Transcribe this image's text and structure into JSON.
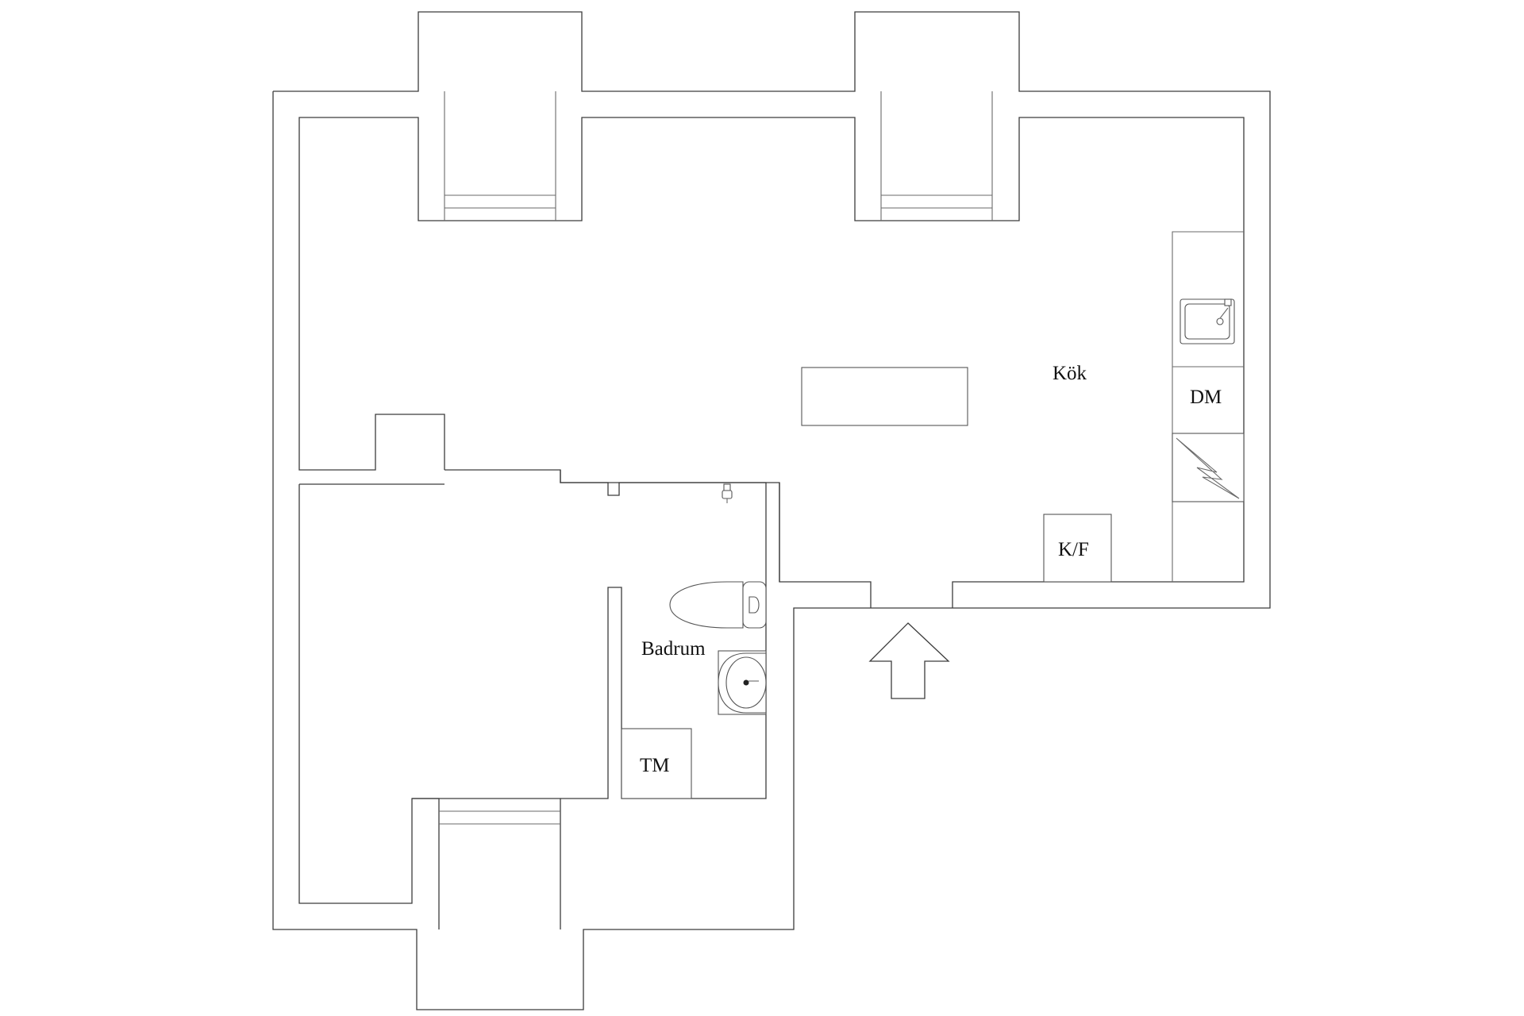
{
  "labels": {
    "kitchen": "Kök",
    "dishwasher": "DM",
    "fridge_freezer": "K/F",
    "bathroom": "Badrum",
    "washer": "TM"
  },
  "icons": {
    "entrance": "arrow-up-icon",
    "stove": "electric-stove-icon",
    "sink": "kitchen-sink-icon",
    "toilet": "toilet-icon",
    "basin": "wash-basin-icon",
    "shower": "shower-head-icon"
  },
  "colors": {
    "wall": "#3c3c3c",
    "background": "#ffffff",
    "text": "#111111"
  }
}
